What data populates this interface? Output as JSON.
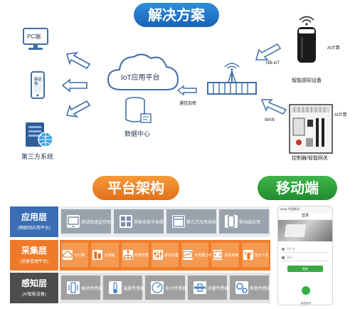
{
  "headers": {
    "solution": "解决方案",
    "platform": "平台架构",
    "mobile": "移动端"
  },
  "top": {
    "pc_label": "PC端",
    "mobile_icon_text": "移动端",
    "third_party": "第三方系统",
    "cloud_label": "IoT应用平台",
    "data_center": "数据中心",
    "comm_encrypt": "通信加密",
    "nbiot": "NB-IoT",
    "wan": "WAN",
    "ai_compute_1": "AI计算",
    "ai_compute_2": "AI计算",
    "smart_sensor": "智能感知设备",
    "gateway": "控制器/智能网关"
  },
  "layers": [
    {
      "title": "应用层",
      "subtitle": "(物联网应用平台)",
      "color": "#3a6db5",
      "items": [
        {
          "icon": "monitor-icon",
          "label": "测试机组监控系统"
        },
        {
          "icon": "apps-icon",
          "label": "其他业务子系统"
        },
        {
          "icon": "window-icon",
          "label": "第三方应用系统"
        },
        {
          "icon": "phone-icon",
          "label": "移动端应用"
        }
      ]
    },
    {
      "title": "采集层",
      "subtitle": "(设备管理平台)",
      "color": "#ef7a2a",
      "items": [
        {
          "icon": "cloud-compute-icon",
          "label": "云计算"
        },
        {
          "icon": "storage-icon",
          "label": "云存储"
        },
        {
          "icon": "hierarchy-icon",
          "label": "权限管理"
        },
        {
          "icon": "sliders-icon",
          "label": "通信设置"
        },
        {
          "icon": "analytics-icon",
          "label": "大数据分析"
        },
        {
          "icon": "code-icon",
          "label": "协议转换"
        },
        {
          "icon": "remote-icon",
          "label": "指令下发"
        }
      ]
    },
    {
      "title": "感知层",
      "subtitle": "(AI智能设备)",
      "color": "#4d4d4d",
      "items": [
        {
          "icon": "vibration-icon",
          "label": "振动传感器"
        },
        {
          "icon": "thermometer-icon",
          "label": "温度传感器"
        },
        {
          "icon": "gauge-icon",
          "label": "压力传感器"
        },
        {
          "icon": "flow-icon",
          "label": "流量传感器"
        },
        {
          "icon": "gears-icon",
          "label": "其他传感器"
        }
      ]
    }
  ],
  "phone": {
    "status": "●●●● 中国移动",
    "nav_title": "登录",
    "field1_label": "用户名",
    "field2_label": "密码",
    "login_button": "登录",
    "wechat_label": "微信登录"
  }
}
